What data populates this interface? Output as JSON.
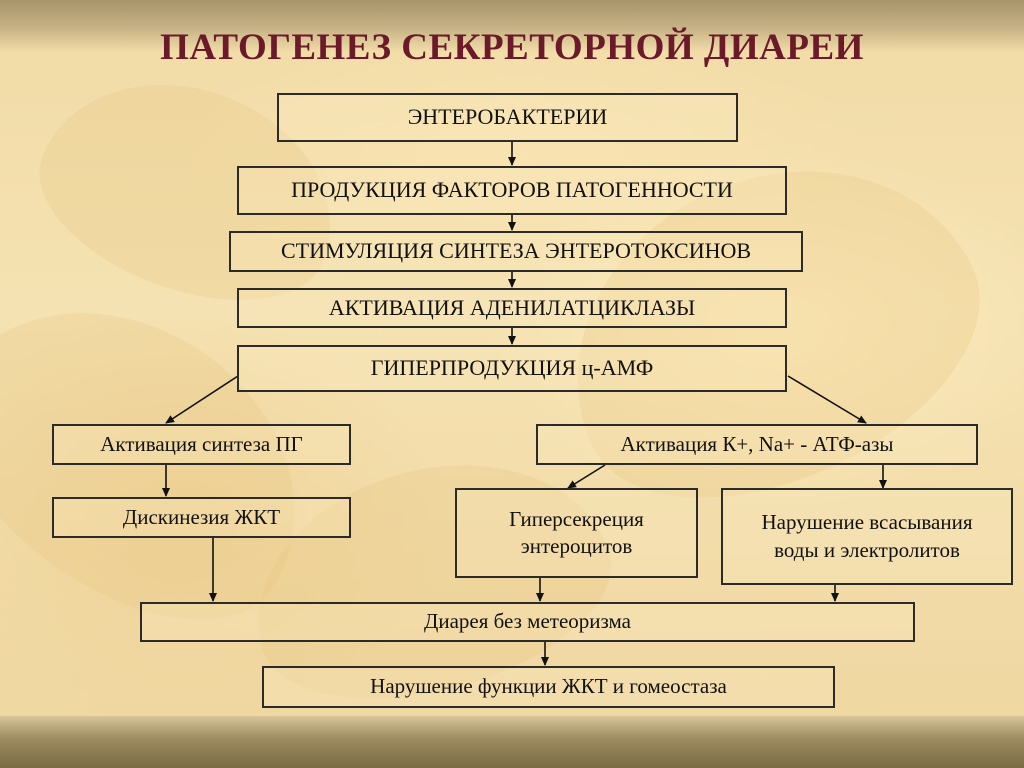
{
  "slide": {
    "title": "ПАТОГЕНЕЗ СЕКРЕТОРНОЙ ДИАРЕИ"
  },
  "nodes": {
    "enterobacteria": "ЭНТЕРОБАКТЕРИИ",
    "pathogenicity_factors": "ПРОДУКЦИЯ ФАКТОРОВ ПАТОГЕННОСТИ",
    "enterotoxin_synthesis": "СТИМУЛЯЦИЯ СИНТЕЗА ЭНТЕРОТОКСИНОВ",
    "adenylate_cyclase": "АКТИВАЦИЯ АДЕНИЛАТЦИКЛАЗЫ",
    "camp_overproduction": "ГИПЕРПРОДУКЦИЯ ц-АМФ",
    "pg_synthesis": "Активация синтеза ПГ",
    "atpase_activation": "Активация К+, Na+ - АТФ-азы",
    "gi_dyskinesia": "Дискинезия ЖКТ",
    "hypersecretion_line1": "Гиперсекреция",
    "hypersecretion_line2": "энтероцитов",
    "absorption_line1": "Нарушение всасывания",
    "absorption_line2": "воды и электролитов",
    "diarrhea": "Диарея без метеоризма",
    "gi_homeostasis": "Нарушение функции ЖКТ и гомеостаза"
  }
}
